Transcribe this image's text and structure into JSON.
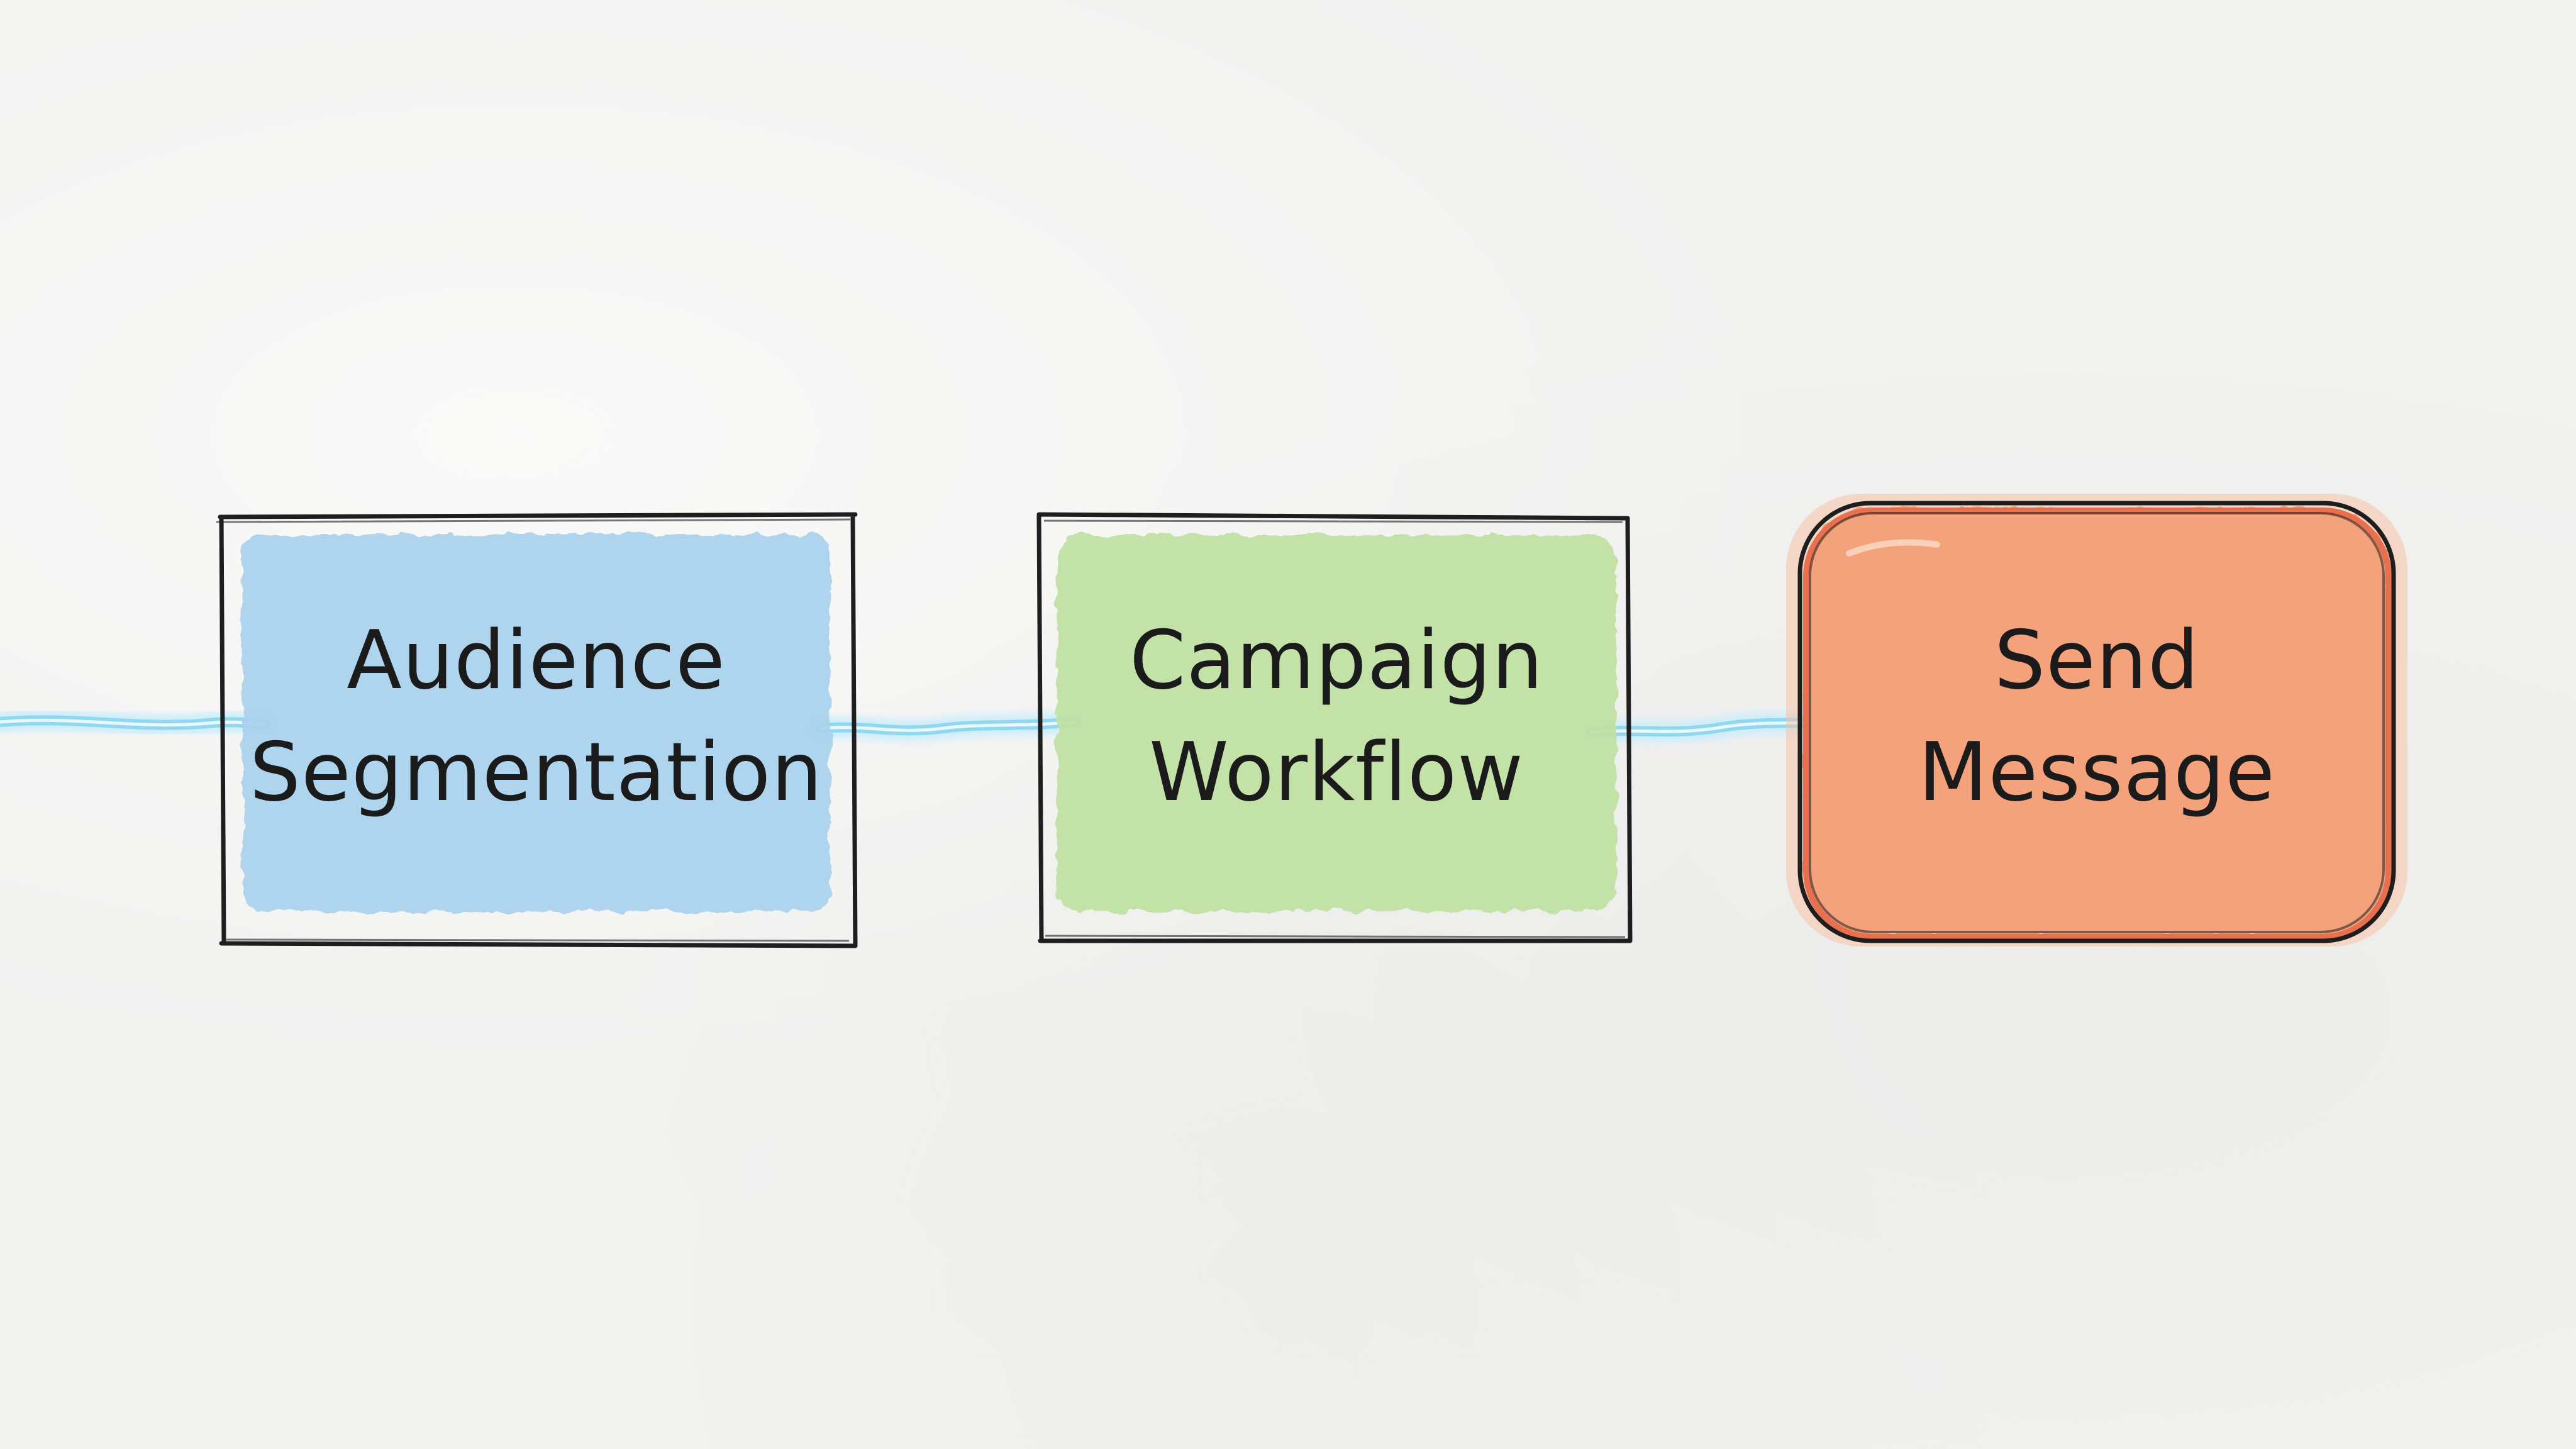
{
  "diagram": {
    "nodes": [
      {
        "id": "audience",
        "lines": [
          "Audience",
          "Segmentation"
        ],
        "fill": "#a9d2ee",
        "shape": "rectangle"
      },
      {
        "id": "campaign",
        "lines": [
          "Campaign",
          "Workflow"
        ],
        "fill": "#bfe1a2",
        "shape": "rectangle"
      },
      {
        "id": "send",
        "lines": [
          "Send",
          "Message"
        ],
        "fill": "#f4a27c",
        "shape": "rounded-rectangle"
      }
    ],
    "edges": [
      {
        "from": "start",
        "to": "audience"
      },
      {
        "from": "audience",
        "to": "campaign"
      },
      {
        "from": "campaign",
        "to": "send"
      }
    ],
    "colors": {
      "connector": "#8fd8f0",
      "connector_glow": "#cdeefa",
      "outline": "#1e1e1e",
      "send_border": "#e8704f"
    }
  }
}
